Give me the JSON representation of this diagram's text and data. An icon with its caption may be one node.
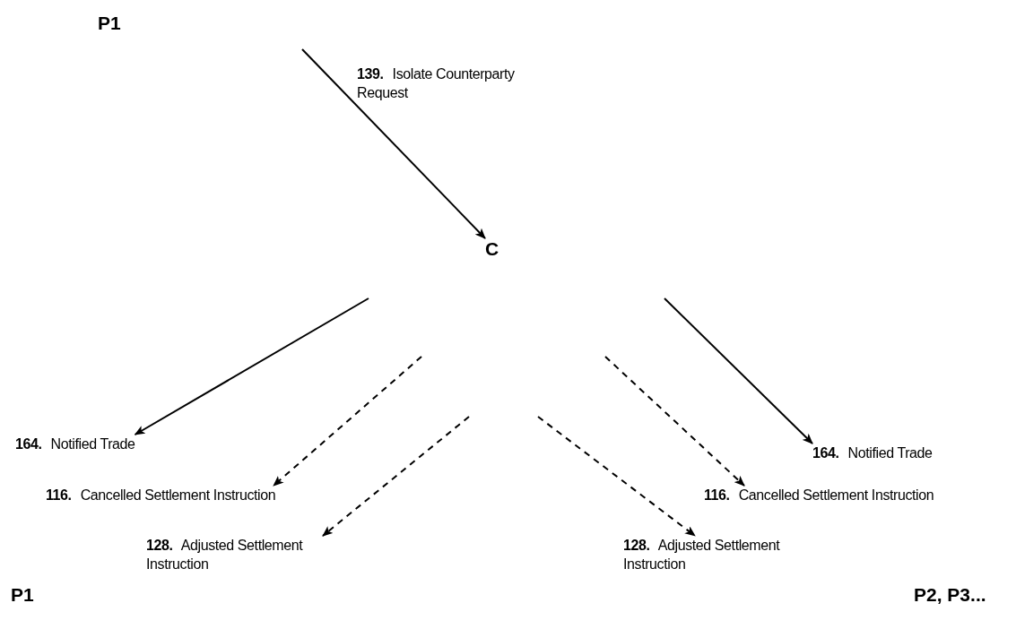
{
  "diagram": {
    "nodes": [
      {
        "text": [
          "P1"
        ]
      },
      {
        "text": [
          "C"
        ]
      },
      {
        "text": [
          "P1"
        ]
      },
      {
        "text": [
          "P2, P3..."
        ]
      },
      {
        "text": [
          "**164.** Notified Trade"
        ]
      },
      {
        "text": [
          "**116.** Cancelled Settlement Instruction"
        ]
      },
      {
        "text": [
          "**128.** Adjusted Settlement Instruction"
        ]
      },
      {
        "text": [
          "**164.** Notified Trade"
        ]
      },
      {
        "text": [
          "**116.** Cancelled Settlement Instruction"
        ]
      },
      {
        "text": [
          "**128.** Adjusted Settlement Instruction"
        ]
      }
    ],
    "edges": [
      {
        "from": null,
        "to": 1,
        "arrow": "to",
        "label": "**139.** Isolate Counterparty Request"
      },
      {
        "from": null,
        "to": 4,
        "arrow": "to"
      },
      {
        "from": null,
        "to": 5,
        "arrow": "to",
        "style": "dashed"
      },
      {
        "from": null,
        "to": 6,
        "arrow": "to",
        "style": "dashed"
      },
      {
        "from": null,
        "to": 7,
        "arrow": "to"
      },
      {
        "from": null,
        "to": 8,
        "arrow": "to",
        "style": "dashed"
      },
      {
        "from": null,
        "to": 9,
        "arrow": "to",
        "style": "dashed"
      }
    ]
  }
}
